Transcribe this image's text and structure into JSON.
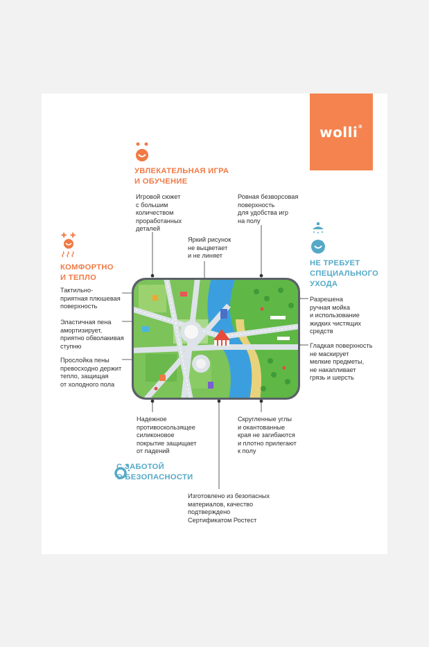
{
  "brand": {
    "logo_text": "wolli",
    "trademark": "®",
    "color": "#f4834f"
  },
  "colors": {
    "orange": "#f07a45",
    "blue": "#55a9c7",
    "line": "#333333"
  },
  "sections": {
    "play": {
      "title_line1": "УВЛЕКАТЕЛЬНАЯ ИГРА",
      "title_line2": "И ОБУЧЕНИЕ",
      "icon": "smiley-face-icon"
    },
    "comfort": {
      "title_line1": "КОМФОРТНО",
      "title_line2": "И ТЕПЛО",
      "icon": "warm-smiley-icon"
    },
    "care": {
      "title_line1": "НЕ ТРЕБУЕТ",
      "title_line2": "СПЕЦИАЛЬНОГО",
      "title_line3": "УХОДА",
      "icon": "shower-smiley-icon"
    },
    "safety": {
      "title_line1": "С ЗАБОТОЙ",
      "title_line2": "О БЕЗОПАСНОСТИ",
      "icon": "safety-ring-icon"
    }
  },
  "features": {
    "plot": [
      "Игровой сюжет",
      "с большим",
      "количеством",
      "проработанных",
      "деталей"
    ],
    "surface": [
      "Ровная безворсовая",
      "поверхность",
      "для удобства игр",
      "на полу"
    ],
    "print": [
      "Яркий рисунок",
      "не выцветает",
      "и не линяет"
    ],
    "plush": [
      "Тактильно-",
      "приятная плюшевая",
      "поверхность"
    ],
    "foam": [
      "Эластичная пена",
      "амортизирует,",
      "приятно обволакивая",
      "ступню"
    ],
    "layer": [
      "Прослойка пены",
      "превосходно держит",
      "тепло, защищая",
      "от холодного пола"
    ],
    "wash": [
      "Разрешена",
      "ручная мойка",
      "и использование",
      "жидких чистящих",
      "средств"
    ],
    "smooth": [
      "Гладкая поверхность",
      "не маскирует",
      "мелкие предметы,",
      "не накапливает",
      "грязь и шерсть"
    ],
    "silicone": [
      "Надежное",
      "противоскользящее",
      "силиконовое",
      "покрытие защищает",
      "от падений"
    ],
    "corners": [
      "Скругленные углы",
      "и окантованные",
      "края не загибаются",
      "и плотно прилегают",
      "к полу"
    ],
    "certified": [
      "Изготовлено из безопасных",
      "материалов, качество",
      "подтверждено",
      "Сертификатом Ростест"
    ]
  }
}
